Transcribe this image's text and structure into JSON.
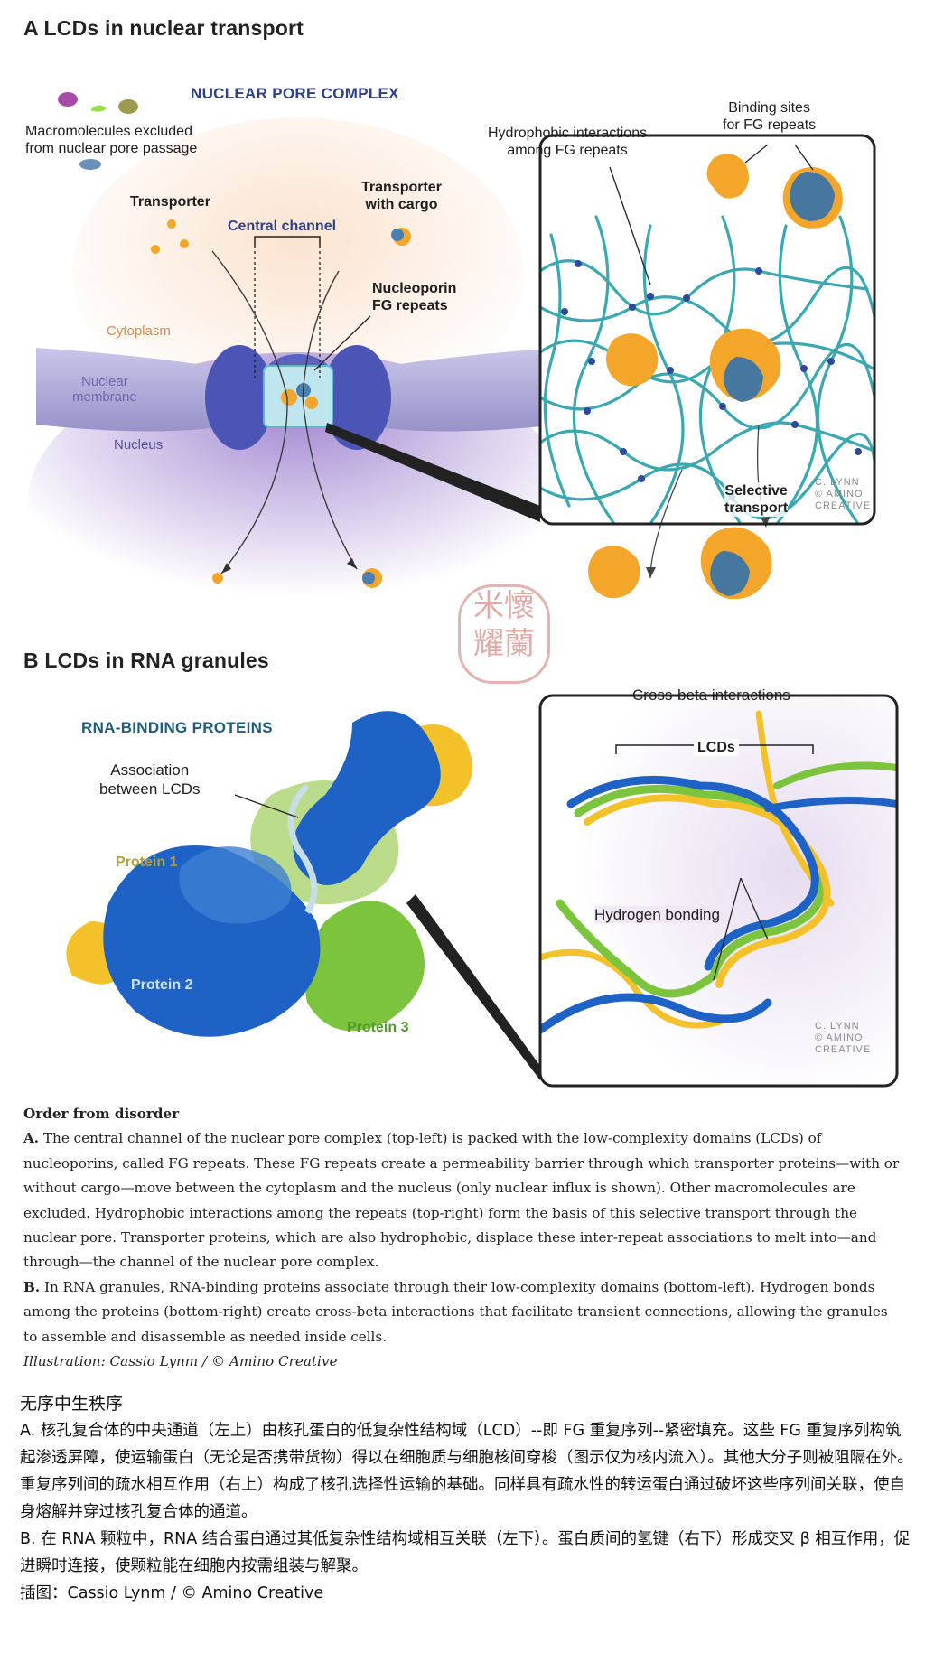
{
  "panel_a": {
    "title": "A  LCDs in nuclear transport",
    "npc_title": "NUCLEAR PORE COMPLEX",
    "labels": {
      "macromolecules": "Macromolecules excluded\nfrom nuclear pore passage",
      "transporter": "Transporter",
      "central_channel": "Central channel",
      "transporter_cargo": "Transporter\nwith cargo",
      "nucleoporin": "Nucleoporin\nFG repeats",
      "cytoplasm": "Cytoplasm",
      "nuclear_membrane": "Nuclear\nmembrane",
      "nucleus": "Nucleus",
      "hydrophobic": "Hydrophobic interactions\namong FG repeats",
      "binding_sites": "Binding sites\nfor FG repeats",
      "selective": "Selective\ntransport",
      "credit": "C. LYNN\n© AMINO\nCREATIVE"
    }
  },
  "panel_b": {
    "title": "B  LCDs in RNA granules",
    "rbp_title": "RNA-BINDING PROTEINS",
    "labels": {
      "association": "Association\nbetween LCDs",
      "protein1": "Protein 1",
      "protein2": "Protein 2",
      "protein3": "Protein 3",
      "cross_beta": "Cross-beta interactions",
      "lcds": "LCDs",
      "hydrogen": "Hydrogen bonding",
      "credit": "C. LYNN\n© AMINO\nCREATIVE"
    }
  },
  "seal": {
    "text": "米懷\n耀蘭"
  },
  "colors": {
    "npc_blue": "#4b55b5",
    "fg_teal": "#3aa8b0",
    "transporter_orange": "#f3a62a",
    "protein_blue": "#1d62c4",
    "protein_green": "#7cc43e",
    "protein_yellow": "#f3c22a"
  },
  "caption_en": {
    "heading": "Order from disorder",
    "a_marker": "A.",
    "a_text": " The central channel of the nuclear pore complex (top-left) is packed with the low-complexity domains (LCDs) of nucleoporins, called FG repeats. These FG repeats create a permeability barrier through which transporter proteins—with or without cargo—move between the cytoplasm and the nucleus (only nuclear influx is shown). Other macromolecules are excluded. Hydrophobic interactions among the repeats (top-right) form the basis of this selective transport through the nuclear pore. Transporter proteins, which are also hydrophobic, displace these inter-repeat associations to melt into—and through—the channel of the nuclear pore complex.",
    "b_marker": "B.",
    "b_text": " In RNA granules, RNA-binding proteins associate through their low-complexity domains (bottom-left). Hydrogen bonds among the proteins (bottom-right) create cross-beta interactions that facilitate transient connections, allowing the granules to assemble and disassemble as needed inside cells.",
    "credit": "Illustration: Cassio Lynm / © Amino Creative"
  },
  "caption_zh": {
    "heading": "无序中生秩序",
    "a_text": "A. 核孔复合体的中央通道（左上）由核孔蛋白的低复杂性结构域（LCD）--即 FG 重复序列--紧密填充。这些 FG 重复序列构筑起渗透屏障，使运输蛋白（无论是否携带货物）得以在细胞质与细胞核间穿梭（图示仅为核内流入）。其他大分子则被阻隔在外。重复序列间的疏水相互作用（右上）构成了核孔选择性运输的基础。同样具有疏水性的转运蛋白通过破坏这些序列间关联，使自身熔解并穿过核孔复合体的通道。",
    "b_text": "B. 在 RNA 颗粒中，RNA 结合蛋白通过其低复杂性结构域相互关联（左下）。蛋白质间的氢键（右下）形成交叉 β 相互作用，促进瞬时连接，使颗粒能在细胞内按需组装与解聚。",
    "credit": "插图：Cassio Lynm / © Amino Creative"
  }
}
